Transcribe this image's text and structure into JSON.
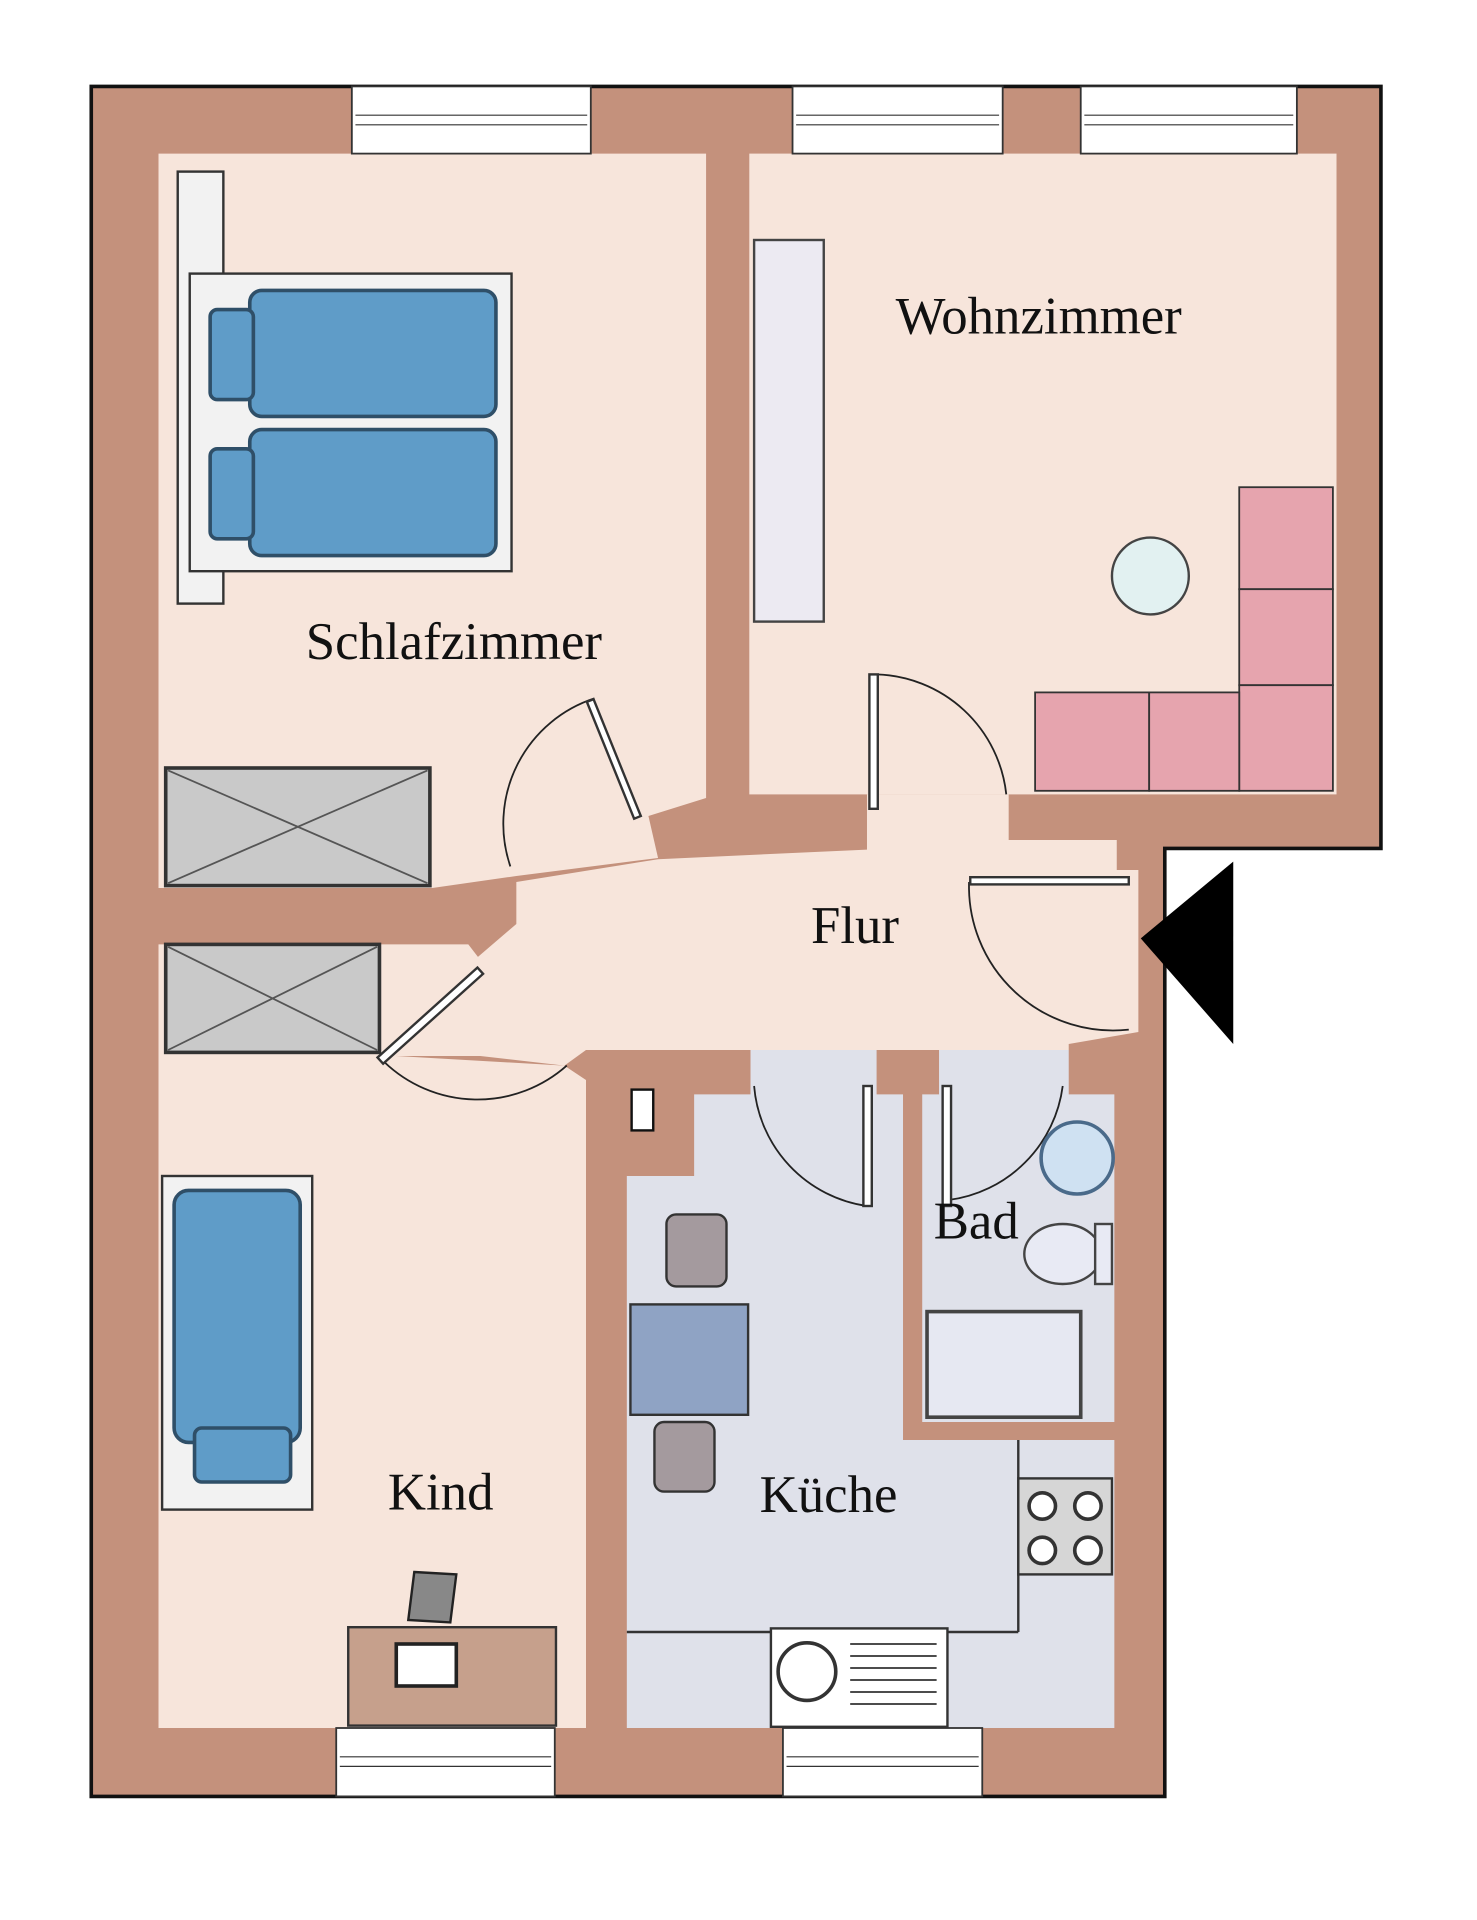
{
  "plan": {
    "rooms": {
      "living_room": "Wohnzimmer",
      "bedroom": "Schlafzimmer",
      "hallway": "Flur",
      "bathroom": "Bad",
      "child_room": "Kind",
      "kitchen": "Küche"
    },
    "colors": {
      "wall": "#c4917c",
      "room_floor": "#f7e5db",
      "wet_floor": "#dfe1ea",
      "bed": "#5f9cc8",
      "sofa": "#e6a4ae"
    }
  }
}
